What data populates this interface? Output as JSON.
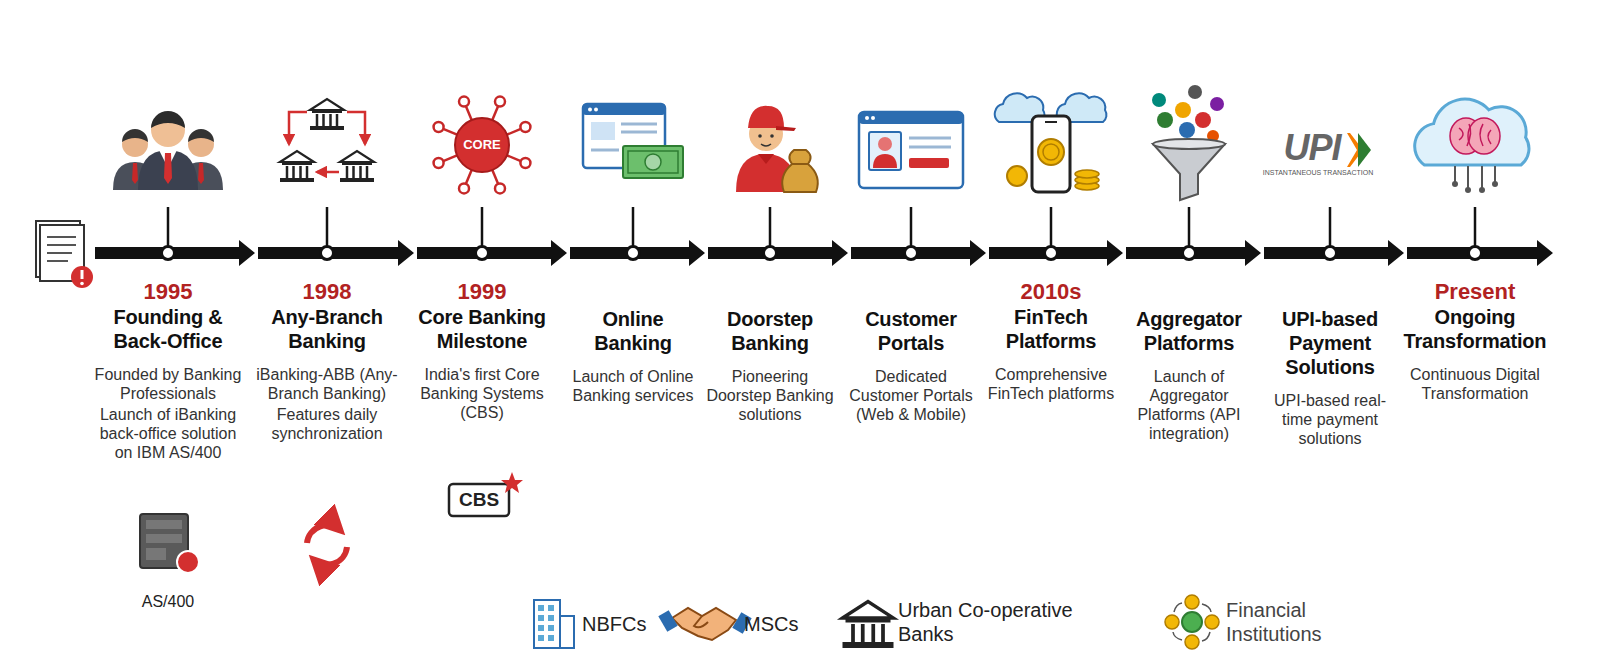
{
  "diagram": {
    "nodes": [
      {
        "text": [
          "1995",
          "Founding & Back-Office",
          "Founded by Banking Professionals",
          "Launch of iBanking back-office solution on IBM AS/400"
        ]
      },
      {
        "text": [
          "1998",
          "Any-Branch Banking",
          "iBanking-ABB (Any-Branch Banking)",
          "Features daily synchronization"
        ]
      },
      {
        "text": [
          "1999",
          "Core Banking Milestone",
          "India's first Core Banking Systems (CBS)"
        ]
      },
      {
        "text": [
          "Online Banking",
          "Launch of Online Banking services"
        ]
      },
      {
        "text": [
          "Doorstep Banking",
          "Pioneering Doorstep Banking solutions"
        ]
      },
      {
        "text": [
          "Customer Portals",
          "Dedicated Customer Portals (Web & Mobile)"
        ]
      },
      {
        "text": [
          "2010s",
          "FinTech Platforms",
          "Comprehensive FinTech platforms"
        ]
      },
      {
        "text": [
          "Aggregator Platforms",
          "Launch of Aggregator Platforms (API integration)"
        ]
      },
      {
        "text": [
          "UPI-based Payment Solutions",
          "UPI-based real-time payment solutions"
        ]
      },
      {
        "text": [
          "Present",
          "Ongoing Transformation",
          "Continuous Digital Transformation"
        ]
      }
    ],
    "labels": [
      "AS/400",
      "CORE",
      "CBS",
      "UPI",
      "INSTANTANEOUS TRANSACTION",
      "NBFCs",
      "MSCs",
      "Urban Co-operative Banks",
      "Financial Institutions"
    ]
  }
}
